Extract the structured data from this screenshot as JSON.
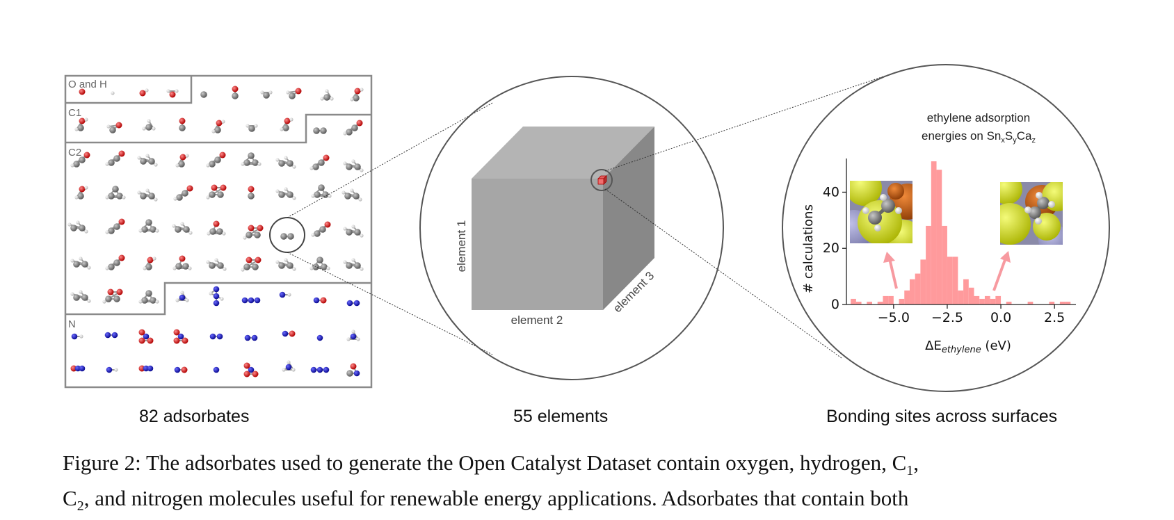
{
  "panel_left": {
    "group_labels": [
      "O and H",
      "C1",
      "C2",
      "N"
    ],
    "caption": "82 adsorbates"
  },
  "panel_middle": {
    "axis_labels": [
      "element 1",
      "element 2",
      "element 3"
    ],
    "caption": "55 elements"
  },
  "panel_right": {
    "caption": "Bonding sites across surfaces"
  },
  "chart_data": {
    "type": "bar",
    "title": "ethylene adsorption energies on SnxSyCaz",
    "title_line1": "ethylene adsorption",
    "title_line2_prefix": "energies on Sn",
    "title_subscripts": [
      "x",
      "y",
      "z"
    ],
    "title_elements": [
      "Sn",
      "S",
      "Ca"
    ],
    "xlabel_prefix": "ΔE",
    "xlabel_subscript": "ethylene",
    "xlabel_suffix": "(eV)",
    "ylabel": "# calculations",
    "xlim": [
      -7.2,
      3.5
    ],
    "ylim": [
      0,
      52
    ],
    "xticks": [
      -5.0,
      -2.5,
      0.0,
      2.5
    ],
    "xtick_labels": [
      "−5.0",
      "−2.5",
      "0.0",
      "2.5"
    ],
    "yticks": [
      0,
      20,
      40
    ],
    "ytick_labels": [
      "0",
      "20",
      "40"
    ],
    "bin_width": 0.25,
    "bins": [
      {
        "x": -7.0,
        "v": 2
      },
      {
        "x": -6.75,
        "v": 1
      },
      {
        "x": -6.25,
        "v": 1
      },
      {
        "x": -5.75,
        "v": 1
      },
      {
        "x": -5.5,
        "v": 3
      },
      {
        "x": -5.25,
        "v": 3
      },
      {
        "x": -4.75,
        "v": 2
      },
      {
        "x": -4.5,
        "v": 5
      },
      {
        "x": -4.25,
        "v": 9
      },
      {
        "x": -4.0,
        "v": 11
      },
      {
        "x": -3.75,
        "v": 16
      },
      {
        "x": -3.5,
        "v": 28
      },
      {
        "x": -3.25,
        "v": 51
      },
      {
        "x": -3.0,
        "v": 48
      },
      {
        "x": -2.75,
        "v": 28
      },
      {
        "x": -2.5,
        "v": 17
      },
      {
        "x": -2.25,
        "v": 17
      },
      {
        "x": -2.0,
        "v": 5
      },
      {
        "x": -1.75,
        "v": 9
      },
      {
        "x": -1.5,
        "v": 6
      },
      {
        "x": -1.25,
        "v": 3
      },
      {
        "x": -1.0,
        "v": 2
      },
      {
        "x": -0.75,
        "v": 3
      },
      {
        "x": -0.5,
        "v": 2
      },
      {
        "x": -0.25,
        "v": 3
      },
      {
        "x": 0.25,
        "v": 1
      },
      {
        "x": 1.25,
        "v": 1
      },
      {
        "x": 2.25,
        "v": 1
      },
      {
        "x": 2.75,
        "v": 1
      },
      {
        "x": 3.0,
        "v": 1
      }
    ],
    "bar_color": "#ff9a9c"
  },
  "colors": {
    "frame": "#8a8a8a",
    "cube_top": "#b4b4b4",
    "cube_front": "#a3a3a3",
    "cube_side": "#888888",
    "oxygen": "#cc1111",
    "hydrogen": "#e0e0e0",
    "carbon": "#888888",
    "nitrogen": "#1111bb",
    "slab_yellow": "#d7e21c",
    "slab_orange": "#c55a0d",
    "slab_lavender": "#9898c8"
  },
  "figure_caption": {
    "line1": "Figure 2:  The adsorbates used to generate the Open Catalyst Dataset contain oxygen, hydrogen, C",
    "line1_sub": "1",
    "line1_end": ",",
    "line2": "C",
    "line2_sub": "2",
    "line2_rest": ", and nitrogen molecules useful for renewable energy applications. Adsorbates that contain both"
  }
}
